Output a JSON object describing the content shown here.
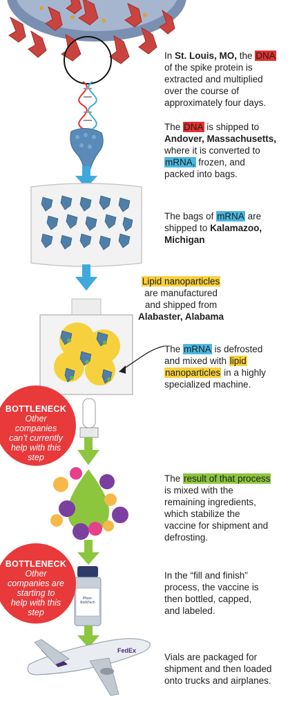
{
  "steps": [
    {
      "id": "st-louis",
      "segments": [
        "In ",
        "St. Louis, MO,",
        " the ",
        "DNA",
        "of the spike protein is",
        "extracted and multiplied",
        "over the course of",
        "approximately four days."
      ]
    },
    {
      "id": "andover",
      "segments": [
        "The ",
        "DNA",
        " is shipped to",
        "Andover, Massachusetts,",
        "where it is converted to",
        "mRNA,",
        " frozen, and",
        "packed into bags."
      ]
    },
    {
      "id": "kalamazoo",
      "segments": [
        "The bags of ",
        "mRNA",
        " are",
        "shipped to ",
        "Kalamazoo,",
        "Michigan"
      ]
    },
    {
      "id": "alabaster",
      "segments": [
        "Lipid nanoparticles",
        "are manufactured",
        "and shipped from",
        "Alabaster, Alabama"
      ]
    },
    {
      "id": "defrost",
      "segments": [
        "The ",
        "mRNA",
        " is defrosted",
        "and mixed with ",
        "lipid",
        "nanoparticles",
        " in a highly",
        "specialized machine."
      ]
    },
    {
      "id": "result",
      "segments": [
        "The ",
        "result of that process",
        "is mixed with the",
        "remaining ingredients,",
        "which stabilize the",
        "vaccine for shipment and",
        "defrosting."
      ]
    },
    {
      "id": "fill-finish",
      "segments": [
        "In the “fill and finish”",
        "process, the vaccine is",
        "then bottled, capped,",
        "and labeled."
      ]
    },
    {
      "id": "ship",
      "segments": [
        "Vials are packaged for",
        "shipment and then loaded",
        "onto trucks and airplanes."
      ]
    }
  ],
  "bottlenecks": [
    {
      "title": "BOTTLENECK",
      "lines": [
        "Other",
        "companies",
        "can’t currently",
        "help with this",
        "step"
      ]
    },
    {
      "title": "BOTTLENECK",
      "lines": [
        "Other",
        "companies are",
        "starting to",
        "help with this",
        "step"
      ]
    }
  ],
  "vial_label": "Pfizer-BioNTech",
  "plane_logo": "FedEx",
  "colors": {
    "dna_red": "#e2312f",
    "mrna_blue": "#4bb7df",
    "lipid_yellow": "#f7d13d",
    "result_green": "#8cc63f",
    "bottleneck_red": "#e8393b",
    "arrow_blue": "#3fa9dc",
    "arrow_green": "#8cc63f",
    "virus_red": "#c9433f",
    "protein_blue": "#4f7fa8"
  }
}
